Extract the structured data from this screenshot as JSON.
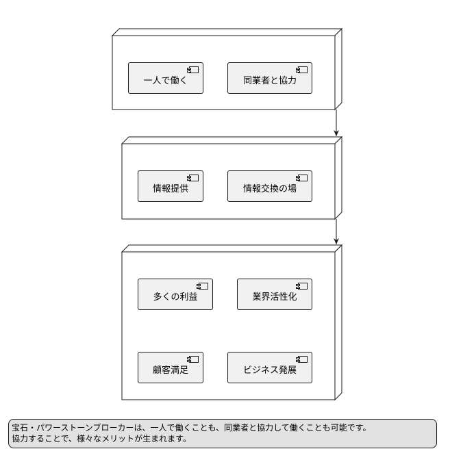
{
  "title": "",
  "nodes": [
    {
      "title": "",
      "components": [
        "一人で働く",
        "同業者と協力"
      ]
    },
    {
      "title": "",
      "components": [
        "情報提供",
        "情報交換の場"
      ]
    },
    {
      "title": "",
      "components": [
        "多くの利益",
        "業界活性化",
        "顧客満足",
        "ビジネス発展"
      ]
    }
  ],
  "note": {
    "lines": [
      "宝石・パワーストーンブローカーは、一人で働くことも、同業者と協力して働くことも可能です。",
      "協力することで、様々なメリットが生まれます。"
    ]
  },
  "colors": {
    "component_fill": "#f1f1f1",
    "note_fill": "#e2e2e2",
    "stroke": "#181818"
  }
}
